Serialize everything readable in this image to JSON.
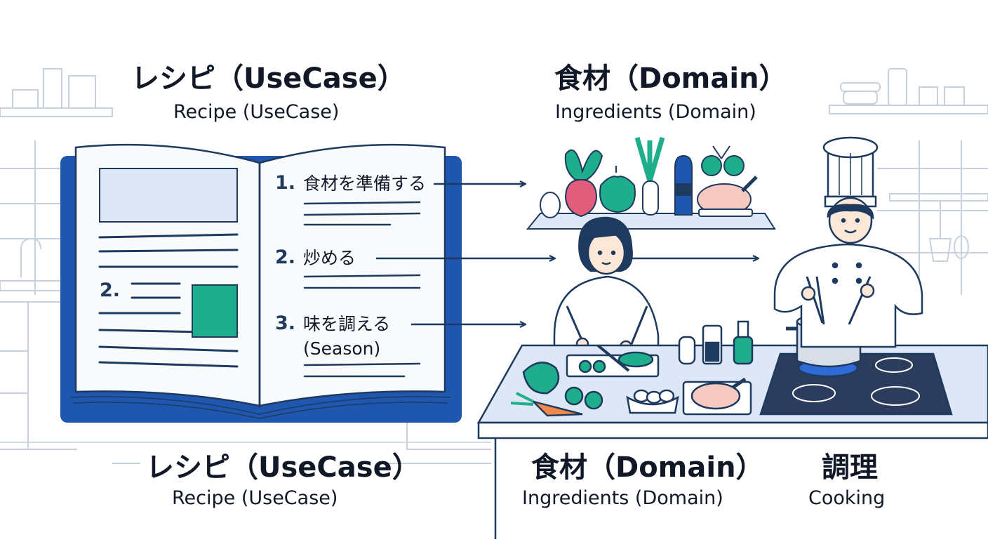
{
  "headers": {
    "recipe": {
      "ja": "レシピ（UseCase）",
      "en": "Recipe (UseCase)"
    },
    "ingredients": {
      "ja": "食材（Domain）",
      "en": "Ingredients (Domain)"
    }
  },
  "recipe_steps": [
    {
      "num": "1.",
      "text": "食材を準備する"
    },
    {
      "num": "2.",
      "text": "炒める"
    },
    {
      "num": "3.",
      "text": "味を調える",
      "note": "(Season)"
    }
  ],
  "left_page_step": "2.",
  "footer": {
    "recipe": {
      "ja": "レシピ（UseCase）",
      "en": "Recipe (UseCase)"
    },
    "ingredients": {
      "ja": "食材（Domain）",
      "en": "Ingredients (Domain)"
    },
    "cooking": {
      "ja": "調理",
      "en": "Cooking"
    }
  },
  "colors": {
    "ink": "#1e3a5f",
    "book_blue": "#1e56b0",
    "accent_green": "#1fae8c",
    "line_gray": "#c7d0dc",
    "counter": "#dbe4f0",
    "stove": "#2b3c5c"
  }
}
